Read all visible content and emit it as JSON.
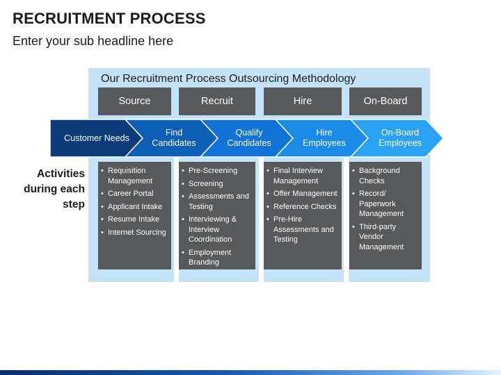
{
  "title": "RECRUITMENT PROCESS",
  "subtitle": "Enter your sub headline here",
  "panel_title": "Our Recruitment Process Outsourcing Methodology",
  "stages": [
    "Source",
    "Recruit",
    "Hire",
    "On-Board"
  ],
  "flow": [
    {
      "label": "Customer Needs",
      "color": "#0b3c7a"
    },
    {
      "label": "Find\nCandidates",
      "color": "#0d5fb6"
    },
    {
      "label": "Qualify\nCandidates",
      "color": "#1273d6"
    },
    {
      "label": "Hire\nEmployees",
      "color": "#1a8be6"
    },
    {
      "label": "On-Board\nEmployees",
      "color": "#2aa1f2"
    }
  ],
  "activities_label": "Activities during each step",
  "activities": [
    [
      "Requisition Management",
      "Career Portal",
      "Applicant Intake",
      "Resume Intake",
      "Internet Sourcing"
    ],
    [
      "Pre-Screening",
      "Screening",
      "Assessments and Testing",
      "Interviewing & Interview Coordination",
      "Employment Branding"
    ],
    [
      "Final Interview Management",
      "Offer Management",
      "Reference Checks",
      "Pre-Hire Assessments and Testing"
    ],
    [
      "Background Checks",
      "Record/ Paperwork Management",
      "Third-party Vendor Management"
    ]
  ],
  "bullet_glyph": "•"
}
